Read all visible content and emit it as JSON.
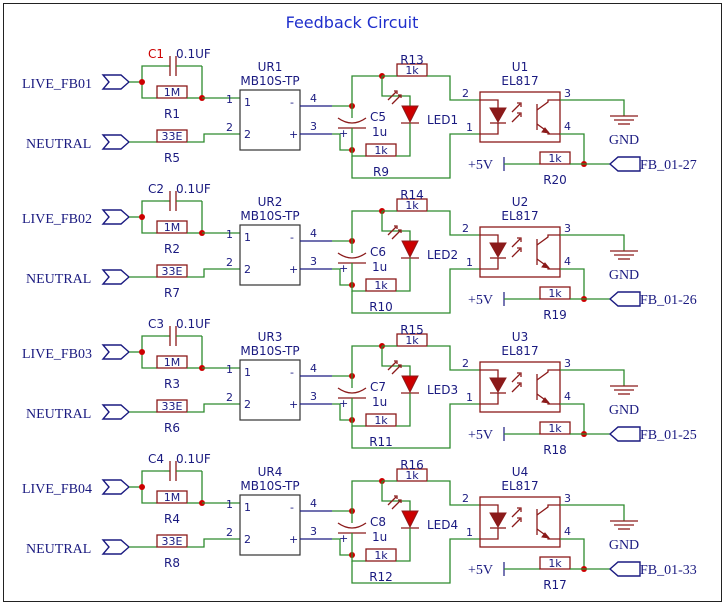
{
  "title": "Feedback Circuit",
  "common": {
    "neutral": "NEUTRAL",
    "gnd": "GND",
    "vcc": "+5V",
    "r_in_value": "1M",
    "r_neutral_value": "33E",
    "c_in_value": "0.1UF",
    "bridge_part": "MB10S-TP",
    "c_out_value": "1u",
    "r_1k": "1k",
    "opto_part": "EL817",
    "pin_1": "1",
    "pin_2": "2",
    "pin_3": "3",
    "pin_4": "4",
    "minus": "-",
    "plus": "+"
  },
  "stages": [
    {
      "live": "LIVE_FB01",
      "fb": "FB_01-27",
      "c1": "C1",
      "r1": "R1",
      "r2": "R5",
      "ur": "UR1",
      "c2": "C5",
      "r13": "R13",
      "r9": "R9",
      "led": "LED1",
      "u": "U1",
      "r20": "R20"
    },
    {
      "live": "LIVE_FB02",
      "fb": "FB_01-26",
      "c1": "C2",
      "r1": "R2",
      "r2": "R7",
      "ur": "UR2",
      "c2": "C6",
      "r13": "R14",
      "r9": "R10",
      "led": "LED2",
      "u": "U2",
      "r20": "R19"
    },
    {
      "live": "LIVE_FB03",
      "fb": "FB_01-25",
      "c1": "C3",
      "r1": "R3",
      "r2": "R6",
      "ur": "UR3",
      "c2": "C7",
      "r13": "R15",
      "r9": "R11",
      "led": "LED3",
      "u": "U3",
      "r20": "R18"
    },
    {
      "live": "LIVE_FB04",
      "fb": "FB_01-33",
      "c1": "C4",
      "r1": "R4",
      "r2": "R8",
      "ur": "UR4",
      "c2": "C8",
      "r13": "R16",
      "r9": "R12",
      "led": "LED4",
      "u": "U4",
      "r20": "R17"
    }
  ],
  "colors": {
    "wire": "#2e8b2e",
    "component_body": "#8b1a1a",
    "pin_and_label": "#1a1a80",
    "junction": "#cc0000",
    "title": "#1f2fcc"
  }
}
